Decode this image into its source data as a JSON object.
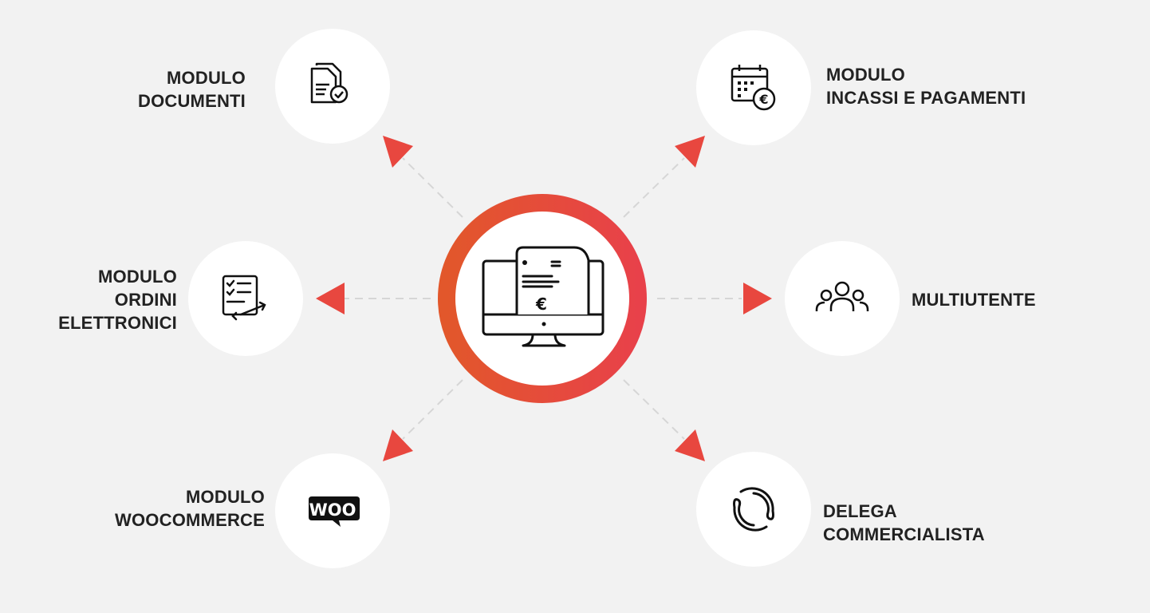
{
  "colors": {
    "accent_start": "#e2572b",
    "accent_end": "#e8414a",
    "text": "#222222",
    "background": "#f2f2f2"
  },
  "center": {
    "icon": "monitor-invoice-euro-icon",
    "symbol": "€"
  },
  "modules": [
    {
      "id": "documenti",
      "lines": [
        "MODULO",
        "DOCUMENTI"
      ],
      "icon": "document-check-icon"
    },
    {
      "id": "incassi",
      "lines": [
        "MODULO",
        "INCASSI E PAGAMENTI"
      ],
      "icon": "calendar-euro-icon"
    },
    {
      "id": "ordini",
      "lines": [
        "MODULO",
        "ORDINI",
        "ELETTRONICI"
      ],
      "icon": "checklist-exchange-icon"
    },
    {
      "id": "multiutente",
      "lines": [
        "MULTIUTENTE"
      ],
      "icon": "users-group-icon"
    },
    {
      "id": "woocommerce",
      "lines": [
        "MODULO",
        "WOOCOMMERCE"
      ],
      "icon": "woocommerce-logo-icon",
      "logo_text": "WOO"
    },
    {
      "id": "delega",
      "lines": [
        "DELEGA",
        "COMMERCIALISTA"
      ],
      "icon": "sync-circle-icon"
    }
  ]
}
